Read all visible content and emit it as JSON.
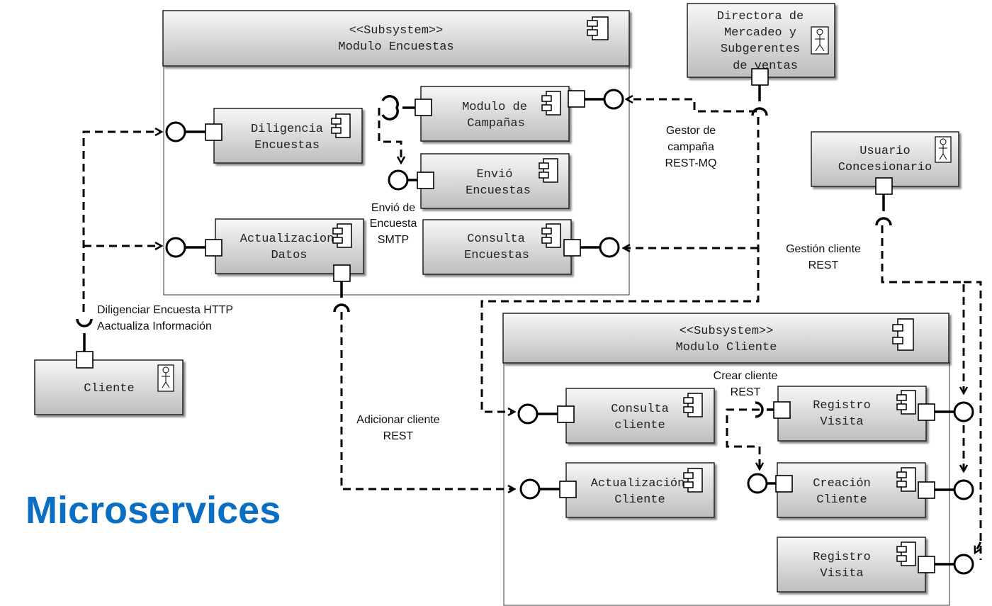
{
  "subsystems": {
    "encuestas": {
      "stereotype": "<<Subsystem>>",
      "name": "Modulo Encuestas"
    },
    "cliente": {
      "stereotype": "<<Subsystem>>",
      "name": "Modulo Cliente"
    }
  },
  "components": {
    "diligencia": [
      "Diligencia",
      "Encuestas"
    ],
    "actualizacion": [
      "Actualizacion",
      "Datos"
    ],
    "campanas": [
      "Modulo de",
      "Campañas"
    ],
    "envio": [
      "Envió",
      "Encuestas"
    ],
    "consulta_enc": [
      "Consulta",
      "Encuestas"
    ],
    "consulta_cli": [
      "Consulta",
      "cliente"
    ],
    "actualiz_cli": [
      "Actualización",
      "Cliente"
    ],
    "registro1": [
      "Registro",
      "Visita"
    ],
    "creacion": [
      "Creación",
      "Cliente"
    ],
    "registro2": [
      "Registro",
      "Visita"
    ]
  },
  "actors": {
    "directora": [
      "Directora de",
      "Mercadeo y",
      "Subgerentes",
      "de ventas"
    ],
    "usuario": [
      "Usuario",
      "Concesionario"
    ],
    "cliente": [
      "Cliente"
    ]
  },
  "labels": {
    "gestor": [
      "Gestor de",
      "campaña",
      "REST-MQ"
    ],
    "envio": [
      "Envió de",
      "Encuesta",
      "SMTP"
    ],
    "gestion": [
      "Gestión cliente",
      "REST"
    ],
    "diligenciar": [
      "Diligenciar Encuesta HTTP",
      "Aactualiza Información"
    ],
    "adicionar": [
      "Adicionar cliente",
      "REST"
    ],
    "crear": [
      "Crear cliente",
      "REST"
    ]
  },
  "title": "Microservices",
  "colors": {
    "box_top": "#f7f7f7",
    "box_bottom": "#bdbdbd",
    "title": "#0a6fc2",
    "line": "#000000"
  },
  "icons": {
    "component": "component-icon",
    "actor": "actor-icon"
  }
}
